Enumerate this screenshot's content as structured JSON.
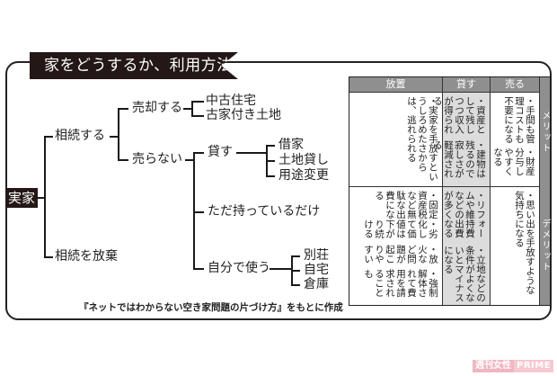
{
  "title": "家をどうするか、利用方法",
  "tree": {
    "root": "実家",
    "level1": [
      "相続する",
      "相続を放棄"
    ],
    "inherit_children": [
      "売却する",
      "売らない"
    ],
    "sell_children": [
      "中古住宅",
      "古家付き土地"
    ],
    "keep_children": [
      "貸す",
      "ただ持っているだけ",
      "自分で使う"
    ],
    "rent_children": [
      "借家",
      "土地貸し",
      "用途変更"
    ],
    "use_children": [
      "別荘",
      "自宅",
      "倉庫"
    ]
  },
  "source_note": "『ネットではわからない空き家問題の片づけ方』をもとに作成",
  "table": {
    "headers": [
      "放置",
      "貸す",
      "売る"
    ],
    "row_labels": [
      "メリット",
      "デメリット"
    ],
    "merit": {
      "leave": [
        "・実家を手放すというしろめたさからは、逃れられる"
      ],
      "rent": [
        "・資産として残しつつ収入が得られる",
        "・建物は残るので寂しさが軽減される"
      ],
      "sell": [
        "・手間も管理コストも不要になる",
        "・財産分与しやすくなる"
      ]
    },
    "demerit": {
      "leave": [
        "・固定資産税など無駄な出費になる",
        "・劣化して価値は下がり続ける",
        "・放火など問題が起こりやすい",
        "・強制解体されて費用を請求されることも"
      ],
      "rent": [
        "・リフォームや維持費などの出費が多くなる",
        "・立地などの条件がよくないとマイナスになる"
      ],
      "sell": [
        "・思い出を手放すような気持ちになる"
      ]
    }
  },
  "watermark": {
    "part1": "週刊女性",
    "part2": "PRIME"
  },
  "colors": {
    "banner": "#231815",
    "header": "#8f8f8f",
    "rent_col": "#dcdcdc",
    "watermark": "#f0b6c1"
  }
}
